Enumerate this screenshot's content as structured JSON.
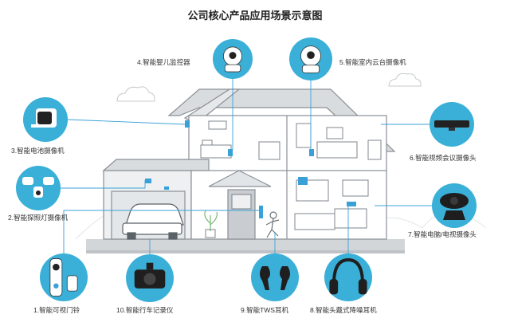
{
  "title": "公司核心产品应用场景示意图",
  "colors": {
    "accent": "#3aa0d8",
    "circle": "#3ab0d8",
    "house": "#d9dcdf",
    "houseStroke": "#8a9096"
  },
  "products": [
    {
      "id": "baby-monitor",
      "icon": "baby-monitor-camera-icon",
      "label": "4.智能婴儿监控器"
    },
    {
      "id": "indoor-ptz",
      "icon": "indoor-ptz-camera-icon",
      "label": "5.智能室内云台摄像机"
    },
    {
      "id": "battery-camera",
      "icon": "battery-camera-icon",
      "label": "3.智能电池摄像机"
    },
    {
      "id": "video-conference",
      "icon": "video-conference-camera-icon",
      "label": "6.智能视频会议摄像头"
    },
    {
      "id": "floodlight-camera",
      "icon": "floodlight-camera-icon",
      "label": "2.智能探照灯摄像机"
    },
    {
      "id": "pc-tv-camera",
      "icon": "webcam-icon",
      "label": "7.智能电脑/电视摄像头"
    },
    {
      "id": "video-doorbell",
      "icon": "video-doorbell-icon",
      "label": "1.智能可视门铃"
    },
    {
      "id": "dashcam",
      "icon": "dashcam-icon",
      "label": "10.智能行车记录仪"
    },
    {
      "id": "tws-earbuds",
      "icon": "tws-earbuds-icon",
      "label": "9.智能TWS耳机"
    },
    {
      "id": "anc-headphones",
      "icon": "headphones-icon",
      "label": "8.智能头戴式降噪耳机"
    }
  ]
}
